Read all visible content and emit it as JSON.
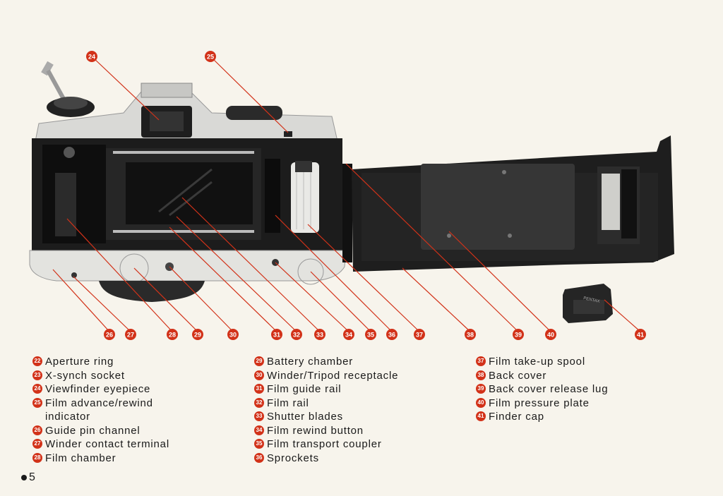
{
  "callouts_top": [
    {
      "num": "24"
    },
    {
      "num": "25"
    }
  ],
  "callouts_bottom": [
    {
      "num": "26"
    },
    {
      "num": "27"
    },
    {
      "num": "28"
    },
    {
      "num": "29"
    },
    {
      "num": "30"
    },
    {
      "num": "31"
    },
    {
      "num": "32"
    },
    {
      "num": "33"
    },
    {
      "num": "34"
    },
    {
      "num": "35"
    },
    {
      "num": "36"
    },
    {
      "num": "37"
    },
    {
      "num": "38"
    },
    {
      "num": "39"
    },
    {
      "num": "40"
    },
    {
      "num": "41"
    }
  ],
  "finder_cap_text": "PENTAX",
  "legend": {
    "col1": [
      {
        "num": "22",
        "label": "Aperture ring"
      },
      {
        "num": "23",
        "label": "X-synch socket"
      },
      {
        "num": "24",
        "label": "Viewfinder eyepiece"
      },
      {
        "num": "25",
        "label": "Film advance/rewind indicator"
      },
      {
        "num": "26",
        "label": "Guide pin channel"
      },
      {
        "num": "27",
        "label": "Winder contact terminal"
      },
      {
        "num": "28",
        "label": "Film chamber"
      }
    ],
    "col2": [
      {
        "num": "29",
        "label": "Battery chamber"
      },
      {
        "num": "30",
        "label": "Winder/Tripod receptacle"
      },
      {
        "num": "31",
        "label": "Film guide rail"
      },
      {
        "num": "32",
        "label": "Film rail"
      },
      {
        "num": "33",
        "label": "Shutter blades"
      },
      {
        "num": "34",
        "label": "Film rewind button"
      },
      {
        "num": "35",
        "label": "Film transport coupler"
      },
      {
        "num": "36",
        "label": "Sprockets"
      }
    ],
    "col3": [
      {
        "num": "37",
        "label": "Film take-up spool"
      },
      {
        "num": "38",
        "label": "Back cover"
      },
      {
        "num": "39",
        "label": "Back cover release lug"
      },
      {
        "num": "40",
        "label": "Film pressure plate"
      },
      {
        "num": "41",
        "label": "Finder cap"
      }
    ]
  },
  "page_number": "5",
  "colors": {
    "accent": "#d23219",
    "ink": "#1a1a1a",
    "paper": "#f7f4ec"
  }
}
